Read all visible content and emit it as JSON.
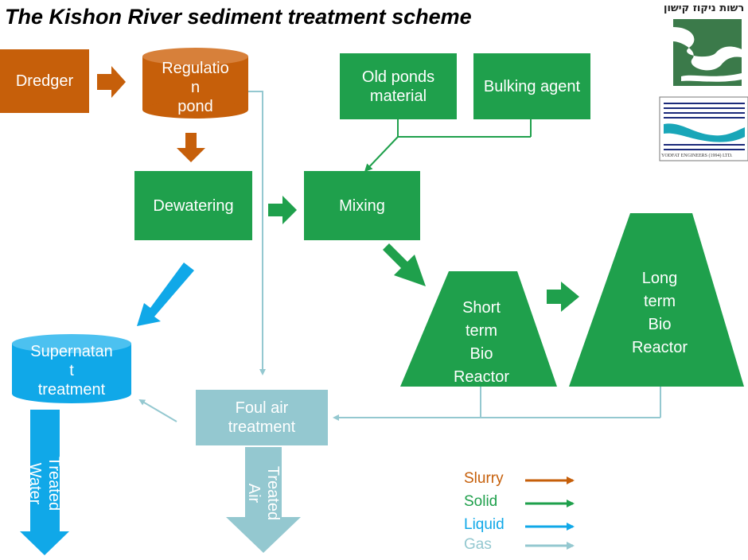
{
  "title": "The Kishon River sediment treatment scheme",
  "colors": {
    "slurry": "#c65f0a",
    "solid": "#1fa04c",
    "liquid": "#10a8e8",
    "gas": "#94c8d0"
  },
  "nodes": {
    "dredger": "Dredger",
    "regulation_pond": [
      "Regulatio",
      "n",
      "pond"
    ],
    "old_ponds": "Old ponds material",
    "bulking_agent": "Bulking agent",
    "dewatering": "Dewatering",
    "mixing": "Mixing",
    "short_term": [
      "Short",
      "term",
      "Bio",
      "Reactor"
    ],
    "long_term": [
      "Long",
      "term",
      "Bio",
      "Reactor"
    ],
    "supernatant": [
      "Supernatan",
      "t",
      "treatment"
    ],
    "foul_air": "Foul air treatment",
    "treated_water": [
      "Treated",
      "Water"
    ],
    "treated_air": [
      "Treated",
      "Air"
    ]
  },
  "legend": {
    "slurry": "Slurry",
    "solid": "Solid",
    "liquid": "Liquid",
    "gas": "Gas"
  },
  "logos": {
    "authority": "רשות ניקוז קישון",
    "yodfat": "YODFAT ENGINEERS (1994) LTD."
  }
}
